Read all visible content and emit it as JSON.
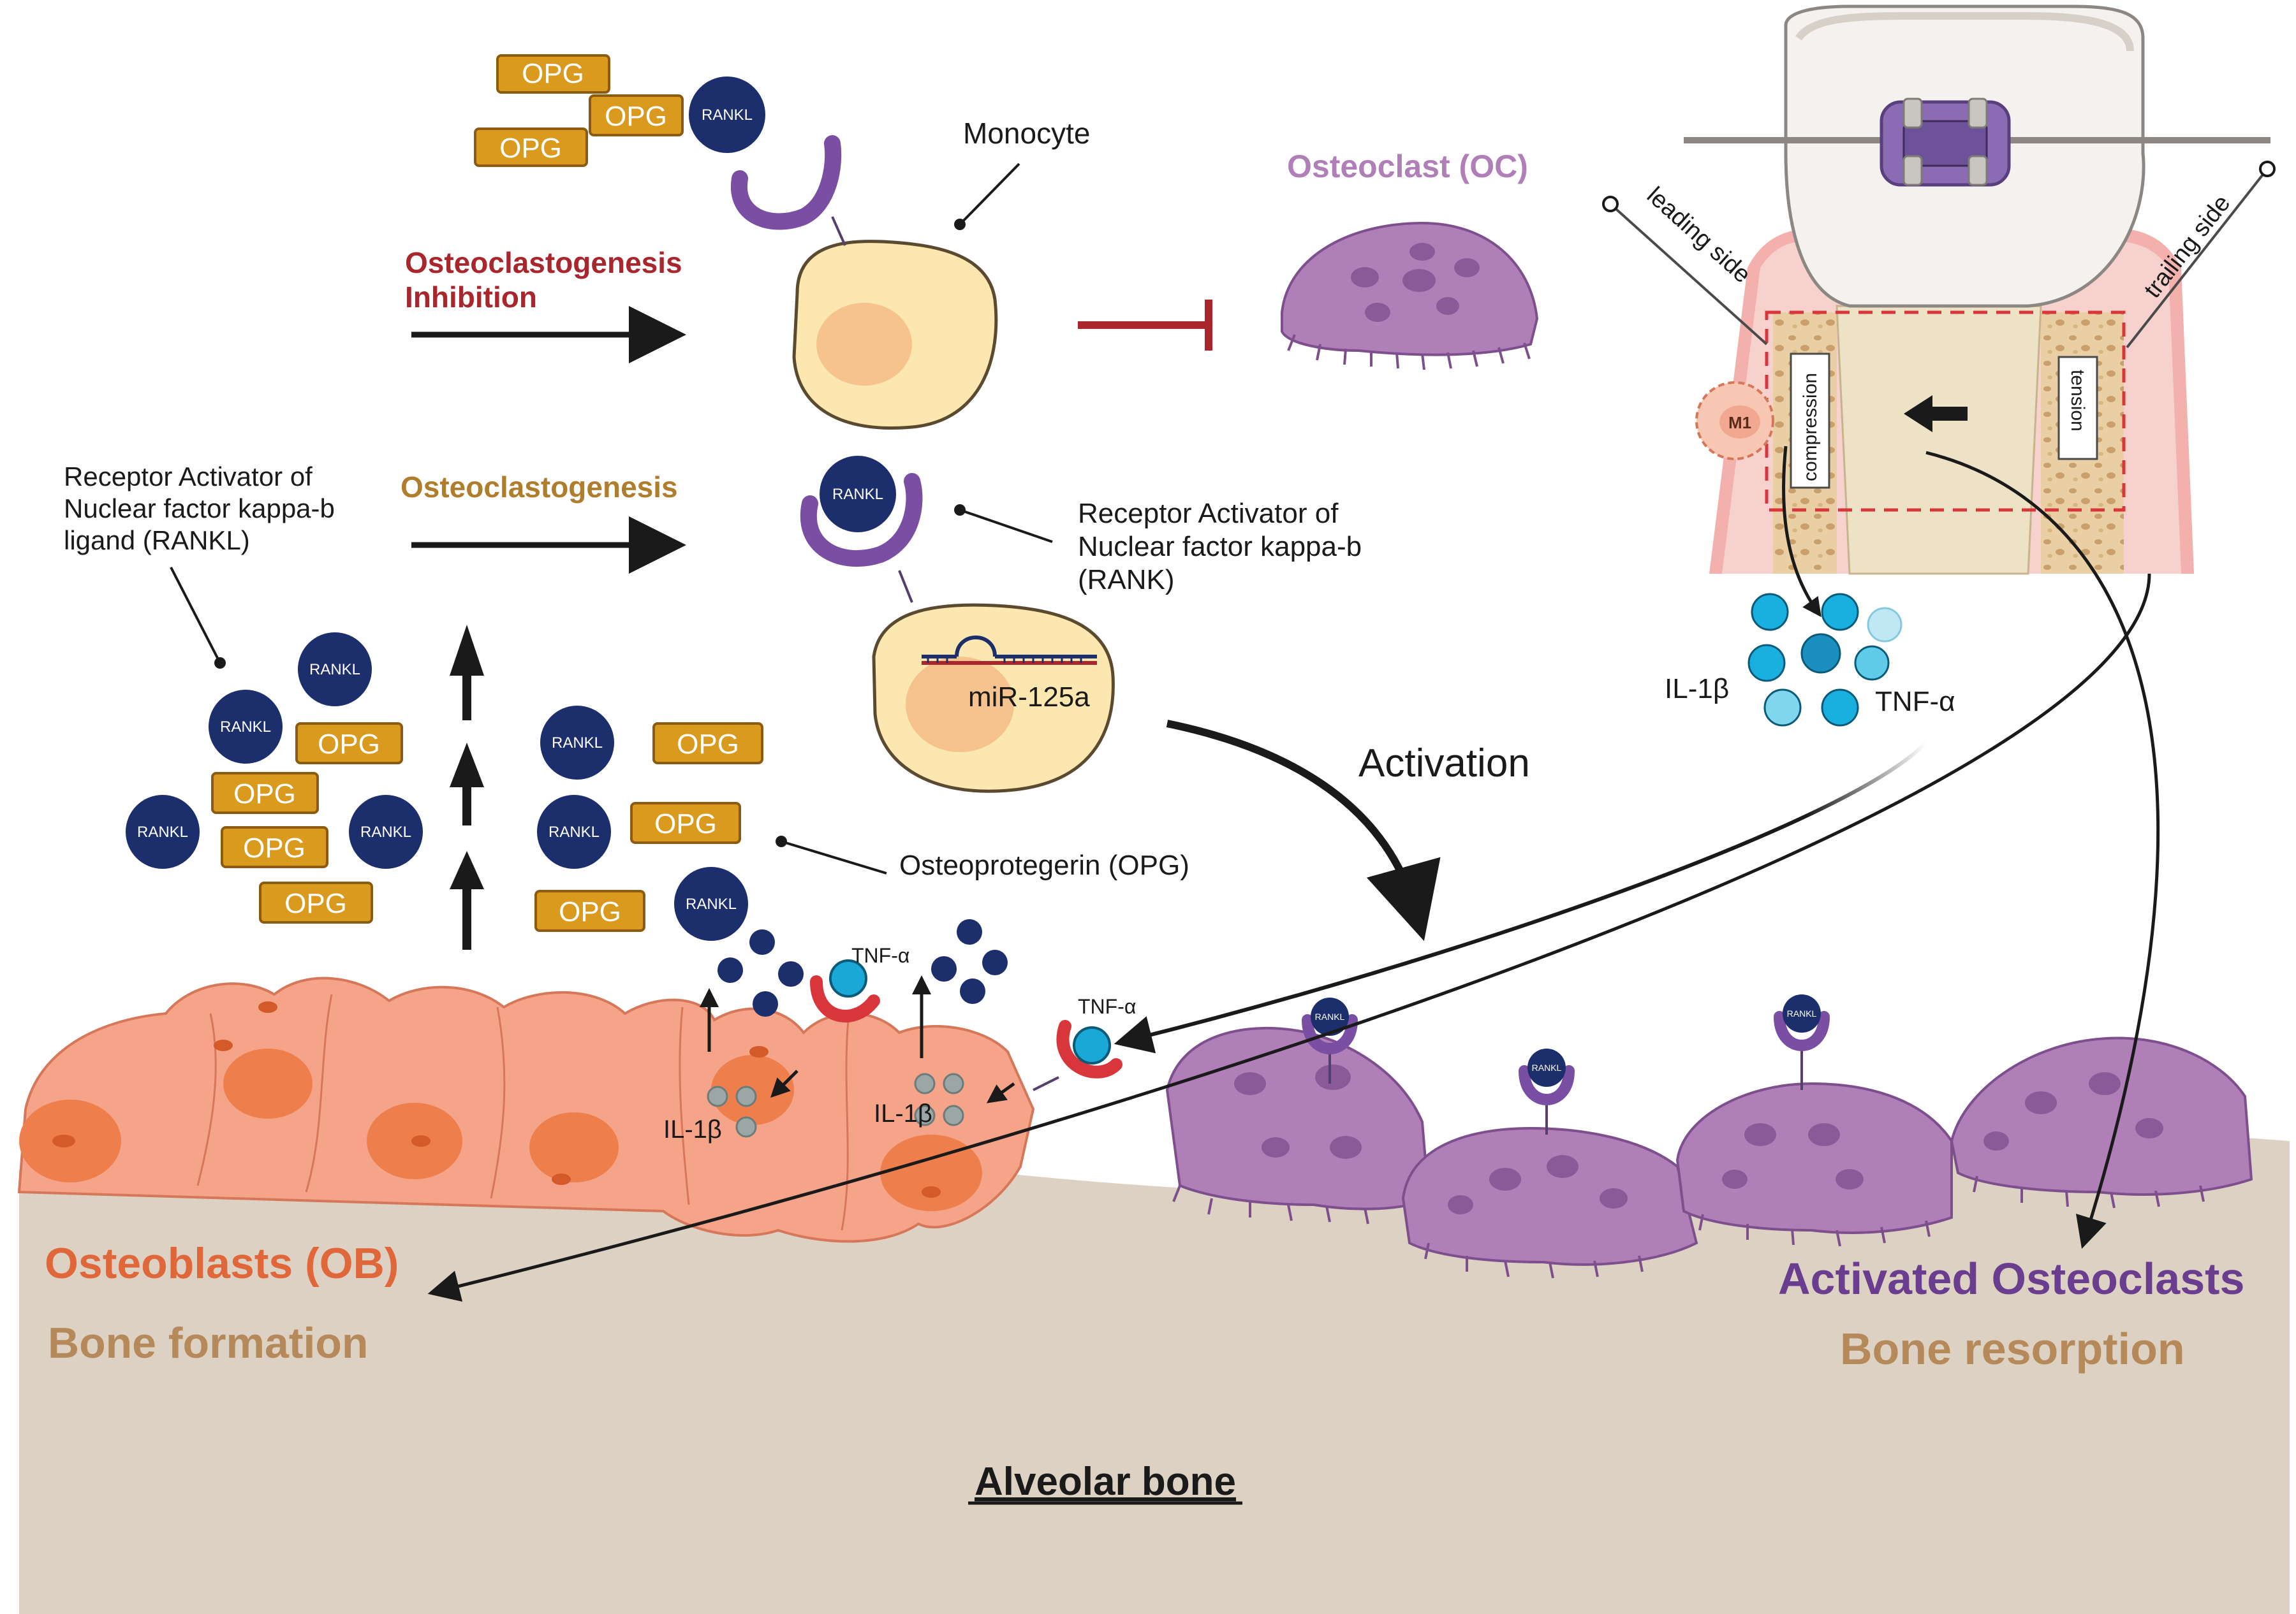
{
  "labels": {
    "monocyte": "Monocyte",
    "osteoclast": "Osteoclast (OC)",
    "inhibition_line1": "Osteoclastogenesis",
    "inhibition_line2": "Inhibition",
    "osteoclastogenesis": "Osteoclastogenesis",
    "rankl_line1": "Receptor Activator of",
    "rankl_line2": "Nuclear factor kappa-b",
    "rankl_line3": "ligand (RANKL)",
    "rank_line1": "Receptor Activator of",
    "rank_line2": "Nuclear factor kappa-b",
    "rank_line3": "(RANK)",
    "mirna": "miR-125a",
    "activation": "Activation",
    "opg_label": "Osteoprotegerin (OPG)",
    "leading_side": "leading side",
    "trailing_side": "trailing side",
    "compression": "compression",
    "tension": "tension",
    "m1": "M1",
    "il1b": "IL-1β",
    "tnfa": "TNF-α",
    "osteoblasts": "Osteoblasts (OB)",
    "bone_formation": "Bone formation",
    "activated_osteoclasts": "Activated Osteoclasts",
    "bone_resorption": "Bone resorption",
    "alveolar_bone": "Alveolar bone"
  },
  "tokens": {
    "opg": "OPG",
    "rankl": "RANKL"
  },
  "colors": {
    "inhibition_red": "#a8262c",
    "osteoclastogenesis_gold": "#b07d2c",
    "osteoclast_purple": "#b07fb8",
    "activated_purple": "#6a3d8f",
    "osteoblast_orange": "#e0673a",
    "bone_tan": "#b5895a",
    "rankl_navy": "#1c2e6b",
    "opg_gold": "#d99a1e",
    "cytokine_cyan": "#1aa9d6"
  }
}
